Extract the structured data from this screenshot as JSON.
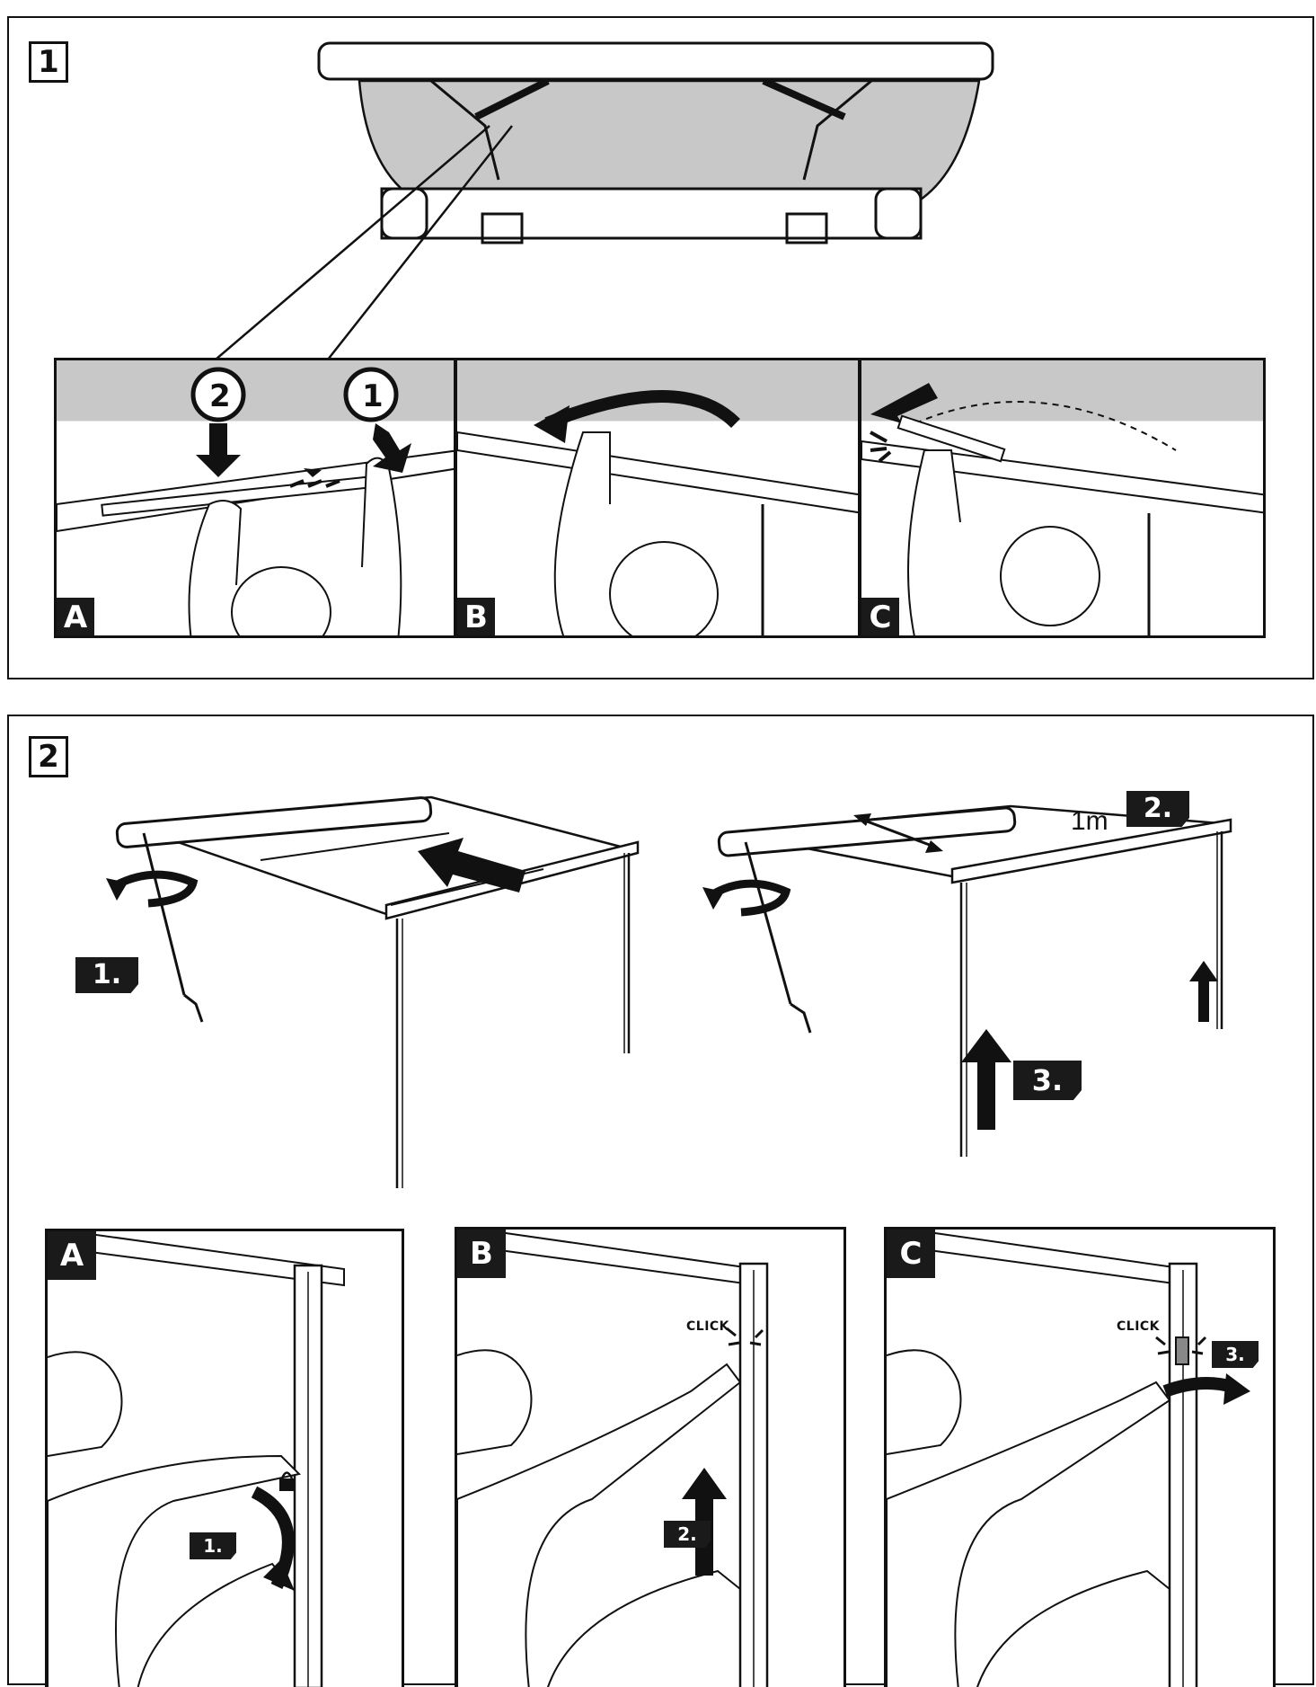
{
  "step1": {
    "number": "1",
    "panels": [
      {
        "label": "A",
        "callouts": [
          "2",
          "1"
        ]
      },
      {
        "label": "B"
      },
      {
        "label": "C"
      }
    ]
  },
  "step2": {
    "number": "2",
    "overview_left": {
      "tag": "1."
    },
    "overview_right": {
      "tag_width": "2.",
      "measure": "1m",
      "tag_legs": "3."
    },
    "panels": [
      {
        "label": "A",
        "tag": "1."
      },
      {
        "label": "B",
        "tag": "2.",
        "click": "CLICK"
      },
      {
        "label": "C",
        "tag": "3.",
        "click": "CLICK"
      }
    ]
  },
  "colors": {
    "ink": "#111111",
    "fabric": "#c8c8c8",
    "tag_bg": "#1a1a1a"
  }
}
